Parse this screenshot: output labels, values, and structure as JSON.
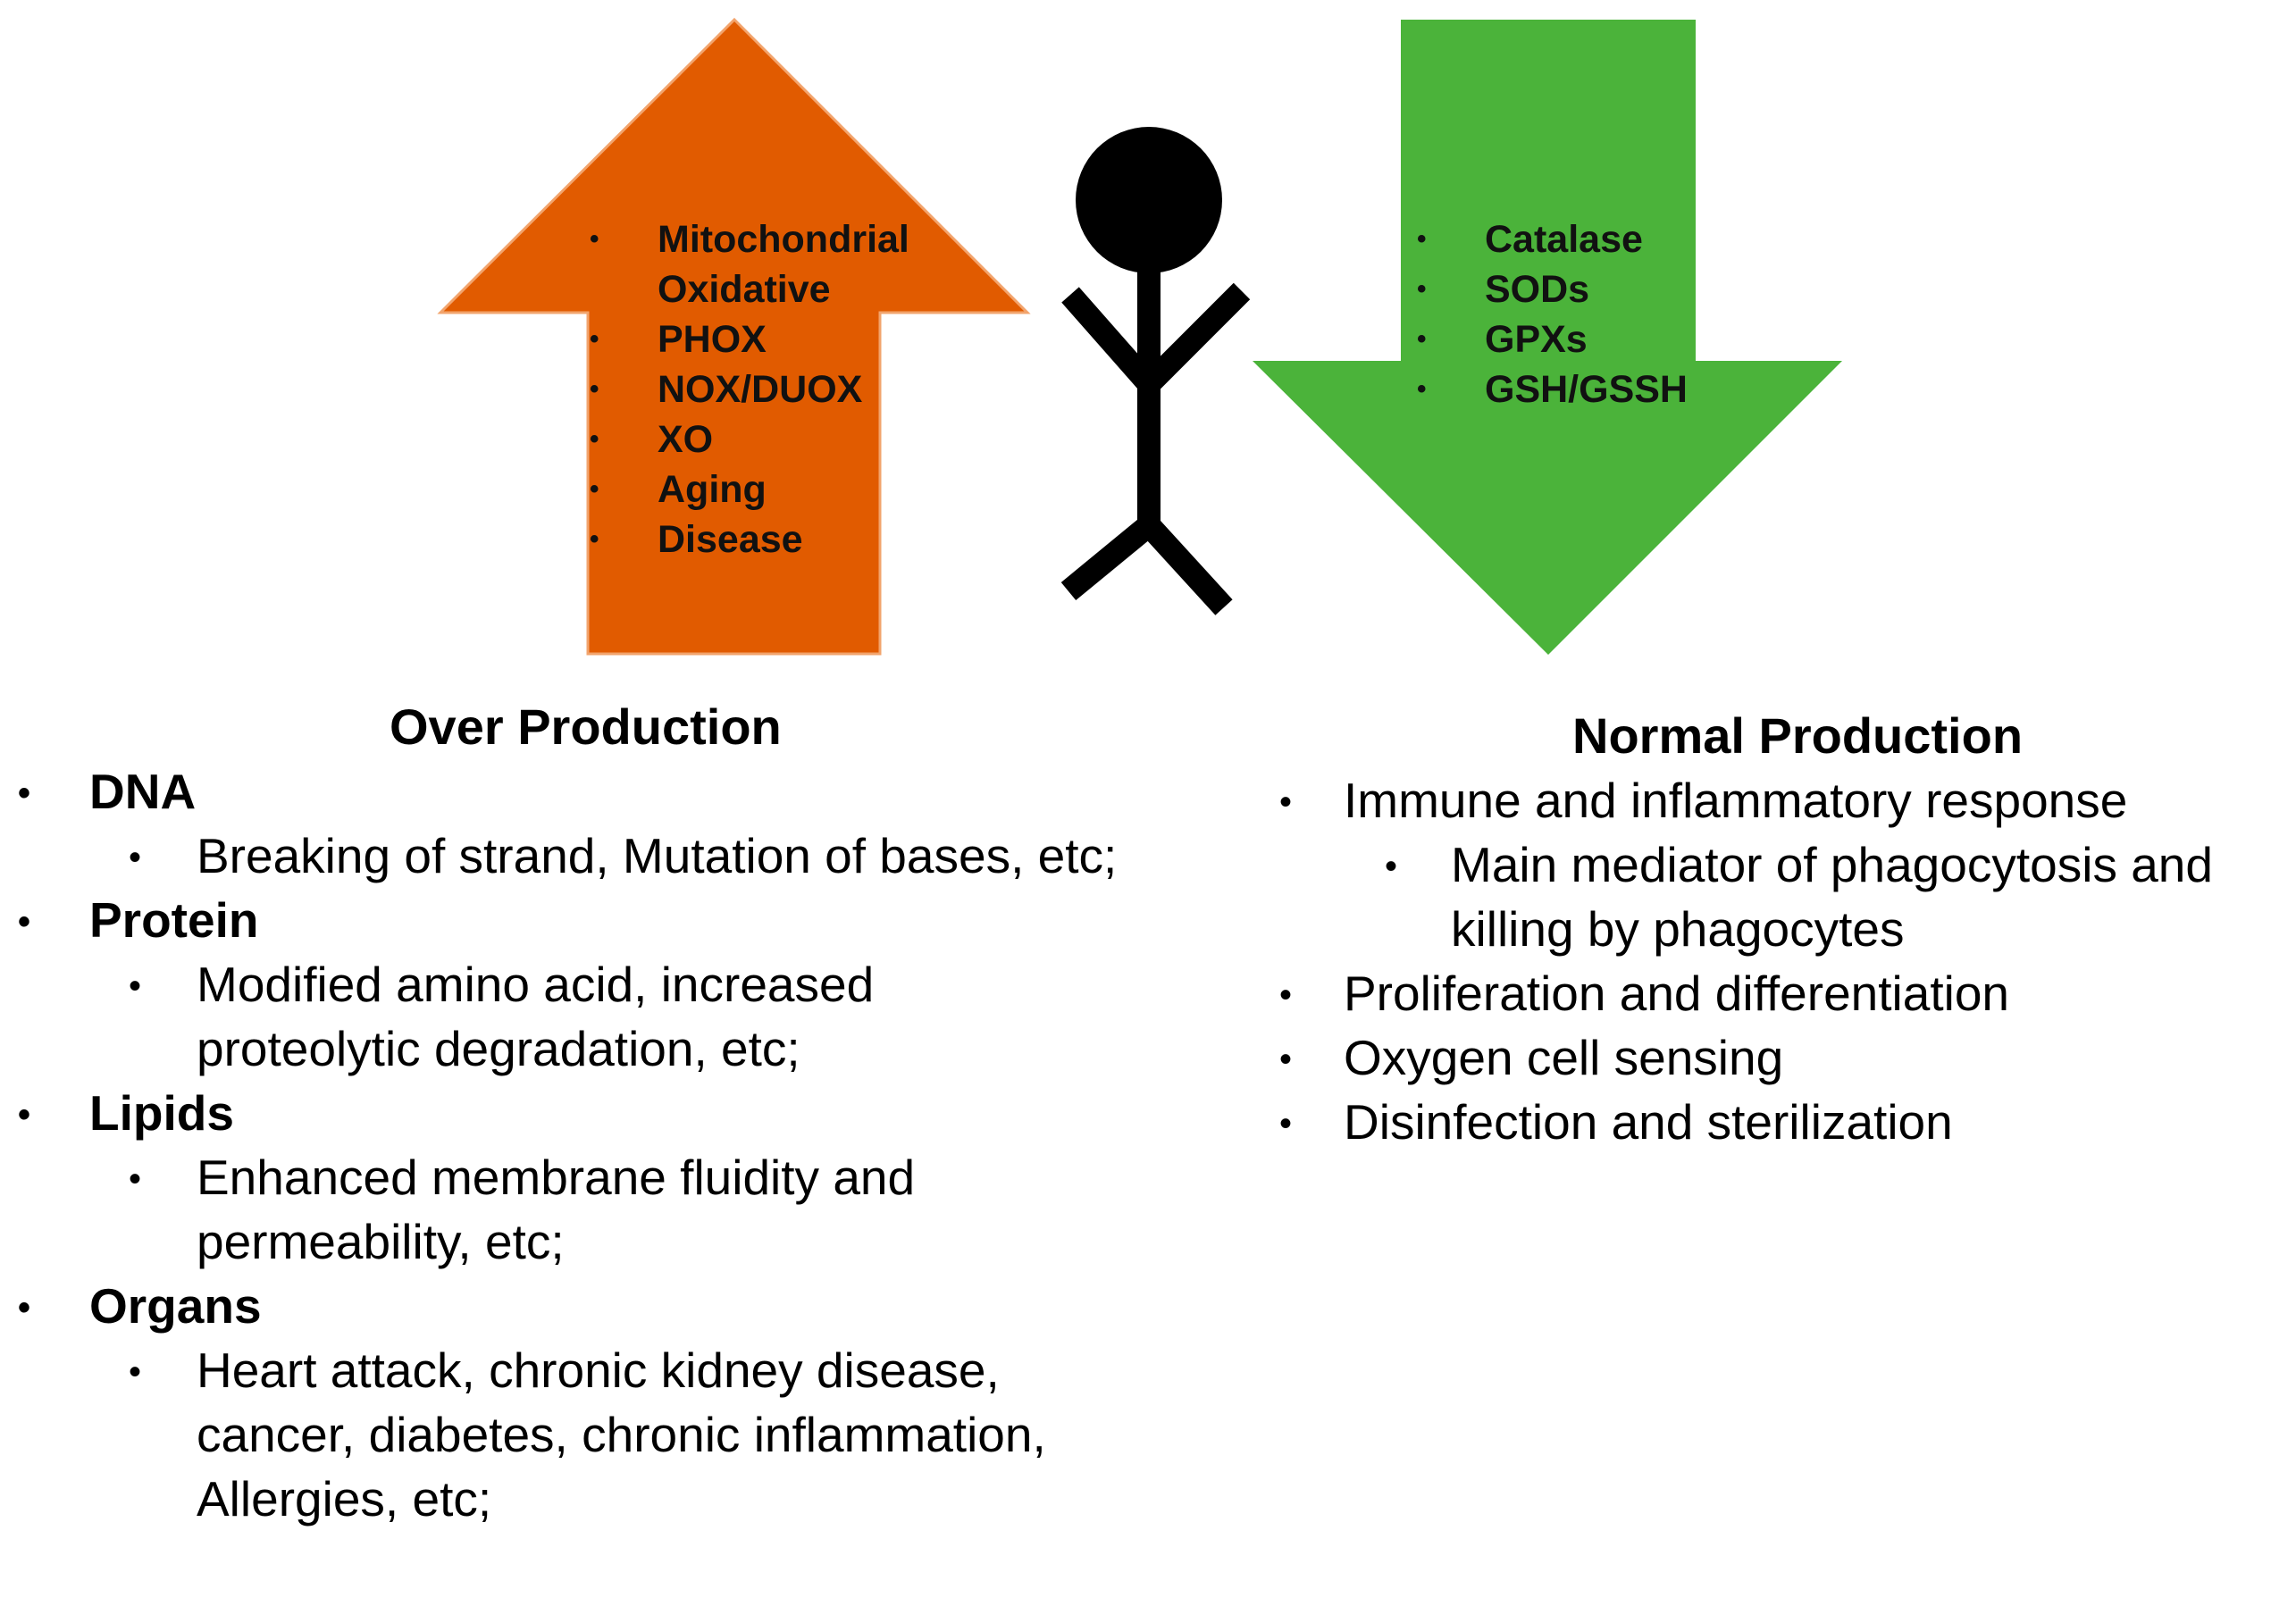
{
  "colors": {
    "up_arrow": "#E15B00",
    "down_arrow": "#4BB33A",
    "figure": "#000000"
  },
  "up_arrow": {
    "items": [
      [
        "Mitochondrial",
        "Oxidative"
      ],
      [
        "PHOX"
      ],
      [
        "NOX/DUOX"
      ],
      [
        "XO"
      ],
      [
        "Aging"
      ],
      [
        "Disease"
      ]
    ]
  },
  "down_arrow": {
    "items": [
      "Catalase",
      "SODs",
      "GPXs",
      "GSH/GSSH"
    ]
  },
  "over_production": {
    "title": "Over Production",
    "categories": [
      {
        "label": "DNA",
        "detail": "Breaking of strand, Mutation of bases, etc;"
      },
      {
        "label": "Protein",
        "detail": "Modified amino acid, increased proteolytic degradation, etc;"
      },
      {
        "label": "Lipids",
        "detail": "Enhanced membrane fluidity and permeability, etc;"
      },
      {
        "label": "Organs",
        "detail": "Heart attack, chronic kidney disease, cancer, diabetes, chronic inflammation, Allergies, etc;"
      }
    ]
  },
  "normal_production": {
    "title": "Normal Production",
    "items": [
      {
        "label": "Immune and inflammatory response",
        "sub": "Main mediator of phagocytosis and killing by phagocytes"
      },
      {
        "label": "Proliferation and differentiation"
      },
      {
        "label": "Oxygen cell sensing"
      },
      {
        "label": "Disinfection and sterilization"
      }
    ]
  }
}
